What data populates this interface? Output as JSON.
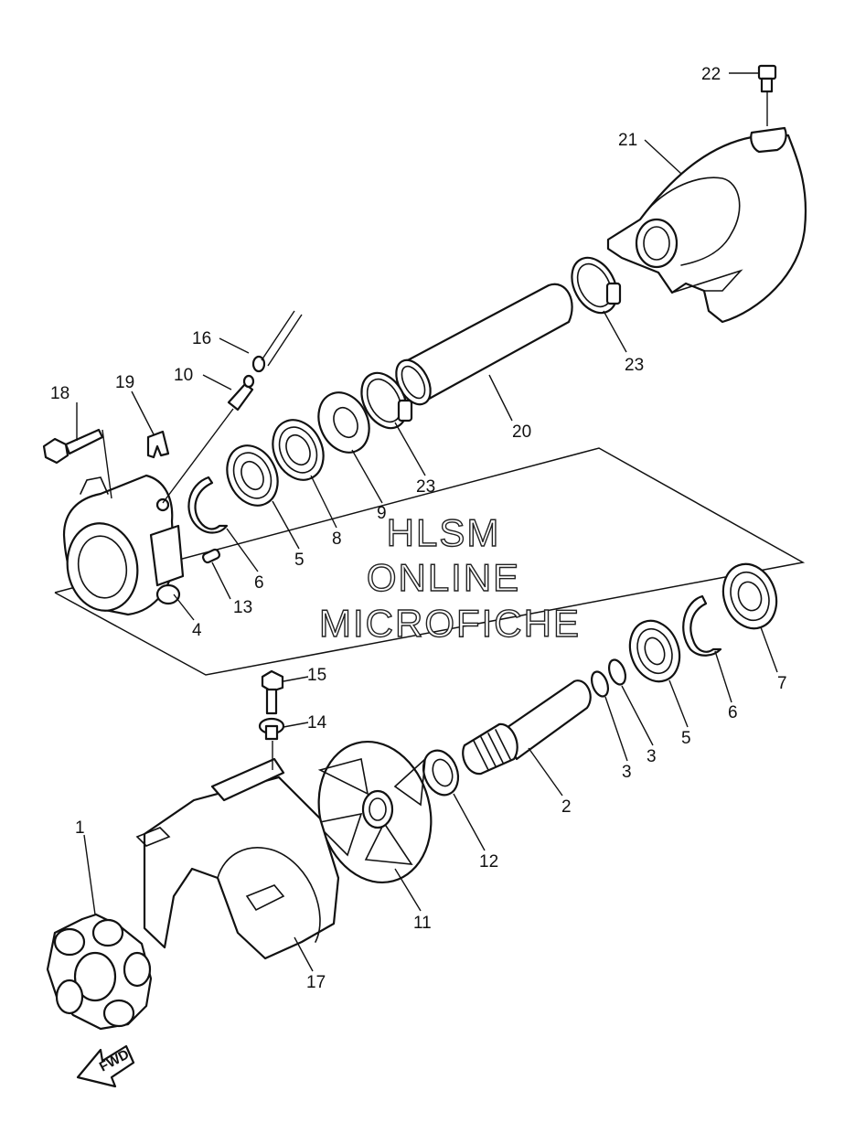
{
  "watermark": {
    "line1": "HLSM",
    "line2": "ONLINE",
    "line3": "MICROFICHE"
  },
  "direction_label": "FWD",
  "callouts": {
    "c1": "1",
    "c2": "2",
    "c3a": "3",
    "c3b": "3",
    "c4": "4",
    "c5a": "5",
    "c5b": "5",
    "c6a": "6",
    "c6b": "6",
    "c7": "7",
    "c8": "8",
    "c9": "9",
    "c10": "10",
    "c11": "11",
    "c12": "12",
    "c13": "13",
    "c14": "14",
    "c15": "15",
    "c16": "16",
    "c17": "17",
    "c18": "18",
    "c19": "19",
    "c20": "20",
    "c21": "21",
    "c22": "22",
    "c23a": "23",
    "c23b": "23"
  }
}
